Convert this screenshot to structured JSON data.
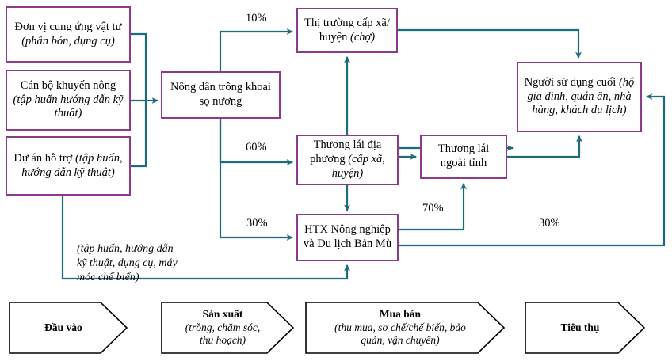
{
  "diagram": {
    "title": "Chuoi gia tri khoai so nuong",
    "colors": {
      "node_border": "#8C3A8C",
      "connector": "#1F6B7E",
      "chevron_border": "#000000",
      "background": "#FFFFFF"
    },
    "nodes": {
      "input_supplier": {
        "line1": "Đơn vị cung ứng vật",
        "line2": "tư ",
        "line2_italic": "(phân bón, dụng",
        "line3_italic": "cụ)"
      },
      "extension_officer": {
        "line1": "Cán bộ khuyến nông",
        "line2_italic": "(tập huấn hướng",
        "line3_italic": "dẫn kỹ thuật)"
      },
      "support_project": {
        "line1": "Dự án hỗ trợ ",
        "line1_italic": "(tập",
        "line2_italic": "huấn, hướng dẫn kỹ",
        "line3_italic": "thuật)"
      },
      "farmer": {
        "line1": "Nông dân trồng",
        "line2": "khoai sọ nương"
      },
      "local_market": {
        "line1": "Thị trường cấp",
        "line2": "xã/ huyện ",
        "line2_italic": "(chợ)"
      },
      "local_trader": {
        "line1": "Thương lái địa",
        "line2": "phương ",
        "line2_italic": "(cấp",
        "line3_italic": "xã, huyện)"
      },
      "outside_trader": {
        "line1": "Thương lái",
        "line2": "ngoài tỉnh"
      },
      "cooperative": {
        "line1": "HTX Nông nghiệp",
        "line2": "và Du lịch Bản Mù"
      },
      "end_user": {
        "line1": "Người sử dụng cuối",
        "line2_italic": "(hộ gia đình, quán",
        "line3_italic": "ăn, nhà hàng, khách",
        "line4_italic": "du lịch)"
      }
    },
    "flow_labels": {
      "farmer_to_market": "10%",
      "farmer_to_local_trader": "60%",
      "farmer_to_coop": "30%",
      "coop_to_outside_trader": "70%",
      "coop_to_end_user": "30%"
    },
    "annotation": {
      "text": "(tập huấn, hướng dẫn\nkỹ thuật, dụng cụ, máy\nmóc chế biến)"
    },
    "stages": [
      {
        "id": "dau-vao",
        "title": "Đầu vào",
        "subtitle": ""
      },
      {
        "id": "san-xuat",
        "title": "Sản xuất",
        "subtitle": "(trồng, chăm sóc,\nthu hoạch)"
      },
      {
        "id": "mua-ban",
        "title": "Mua bán",
        "subtitle": "(thu mua, sơ chế/chế biến, bảo\nquản, vận chuyển)"
      },
      {
        "id": "tieu-thu",
        "title": "Tiêu thụ",
        "subtitle": ""
      }
    ]
  }
}
